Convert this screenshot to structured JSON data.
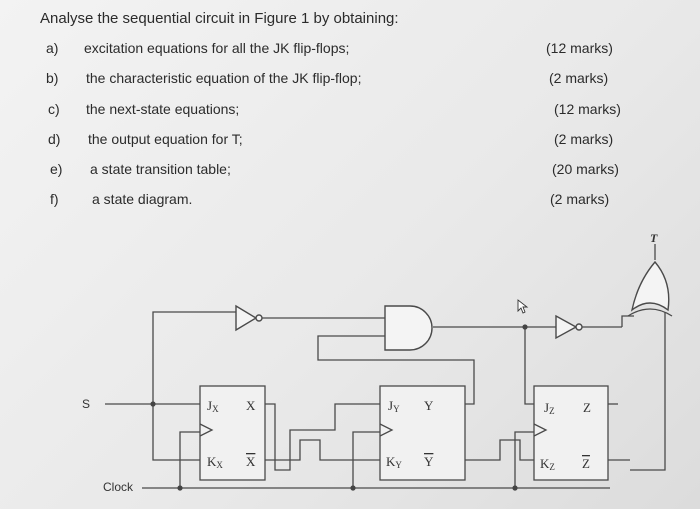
{
  "question": {
    "title": "Analyse the sequential circuit in Figure 1 by obtaining:",
    "parts": [
      {
        "letter": "a)",
        "text": "excitation equations for all the JK flip-flops;",
        "marks": "(12 marks)"
      },
      {
        "letter": "b)",
        "text": "the characteristic equation of the JK flip-flop;",
        "marks": "(2 marks)"
      },
      {
        "letter": "c)",
        "text": "the next-state equations;",
        "marks": "(12 marks)"
      },
      {
        "letter": "d)",
        "text": "the output equation for T;",
        "marks": "(2 marks)"
      },
      {
        "letter": "e)",
        "text": "a state transition table;",
        "marks": "(20 marks)"
      },
      {
        "letter": "f)",
        "text": "a state diagram.",
        "marks": "(2 marks)"
      }
    ]
  },
  "circuit": {
    "input_label": "S",
    "clock_label": "Clock",
    "output_label": "T",
    "flipflops": [
      {
        "j": "J",
        "k": "K",
        "sub": "X",
        "q": "X",
        "qbar": "X"
      },
      {
        "j": "J",
        "k": "K",
        "sub": "Y",
        "q": "Y",
        "qbar": "Y"
      },
      {
        "j": "J",
        "k": "K",
        "sub": "Z",
        "q": "Z",
        "qbar": "Z"
      }
    ]
  }
}
